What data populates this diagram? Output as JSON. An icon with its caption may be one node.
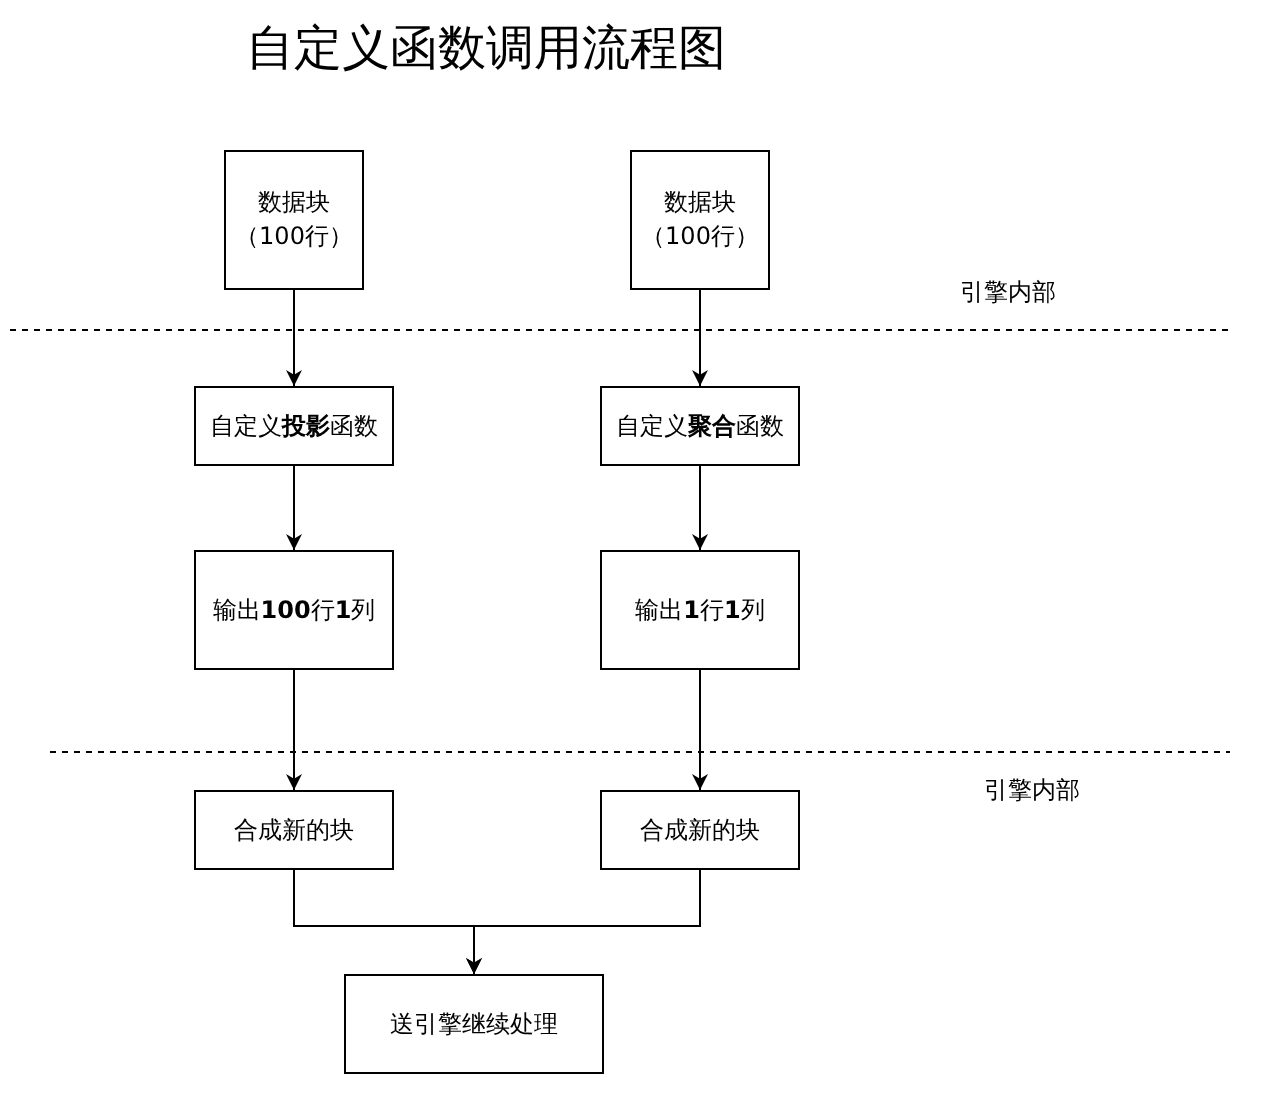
{
  "diagram": {
    "title": "自定义函数调用流程图",
    "nodes": [
      {
        "text": [
          "数据块（100行）"
        ]
      },
      {
        "text": [
          "数据块（100行）"
        ]
      },
      {
        "text": [
          "自定义**投影**函数"
        ]
      },
      {
        "text": [
          "自定义**聚合**函数"
        ]
      },
      {
        "text": [
          "输出**100**行**1**列"
        ]
      },
      {
        "text": [
          "输出**1**行**1**列"
        ]
      },
      {
        "text": [
          "合成新的块"
        ]
      },
      {
        "text": [
          "合成新的块"
        ]
      },
      {
        "text": [
          "送引擎继续处理"
        ]
      }
    ],
    "edges": [
      {
        "from": 0,
        "to": 2,
        "arrow": "to"
      },
      {
        "from": 1,
        "to": 3,
        "arrow": "to"
      },
      {
        "from": 2,
        "to": 4,
        "arrow": "to"
      },
      {
        "from": 3,
        "to": 5,
        "arrow": "to"
      },
      {
        "from": 4,
        "to": 6,
        "arrow": "to"
      },
      {
        "from": 5,
        "to": 7,
        "arrow": "to"
      },
      {
        "from": 6,
        "to": 8,
        "arrow": "to"
      },
      {
        "from": 7,
        "to": 8,
        "arrow": "to"
      }
    ],
    "labels": [
      "引擎内部",
      "引擎内部"
    ]
  }
}
